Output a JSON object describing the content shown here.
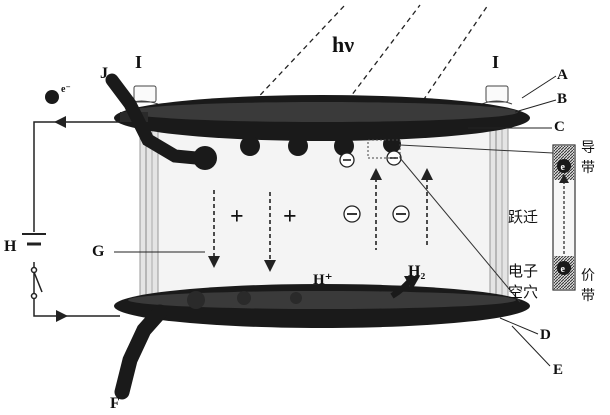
{
  "labels": {
    "light": "hν",
    "A": "A",
    "B": "B",
    "C": "C",
    "D": "D",
    "E": "E",
    "F": "F",
    "G": "G",
    "H": "H",
    "I_left": "I",
    "I_right": "I",
    "J": "J",
    "h_plus": "H⁺",
    "h2": "H₂",
    "electron_symbol": "e⁻",
    "plus_1": "+",
    "plus_2": "+"
  },
  "band_diagram": {
    "conduction_band": "导带",
    "transition": "跃迁",
    "valence_band": "价带",
    "electron": "电子",
    "hole": "空穴",
    "electron_mark": "e"
  },
  "colors": {
    "ink": "#111111",
    "electrode": "#1a1a1a",
    "cell_fill": "#f4f4f4",
    "frame": "#bdbdbd",
    "wire": "#222222"
  }
}
